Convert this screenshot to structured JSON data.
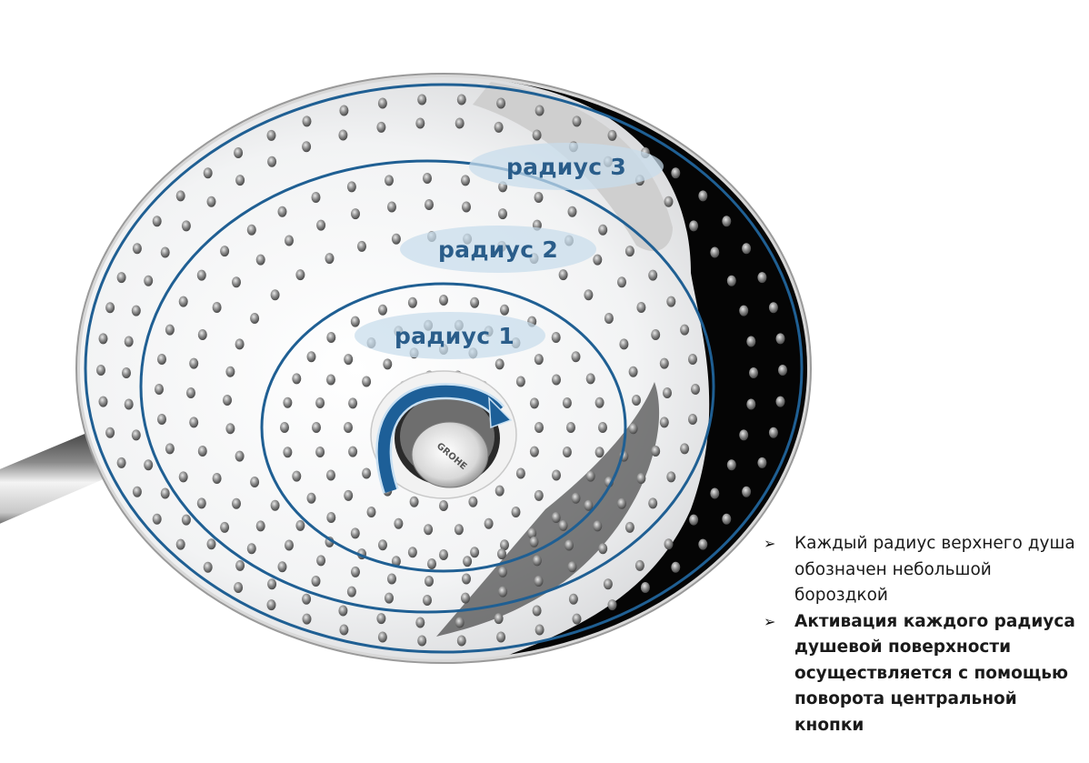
{
  "figure": {
    "subject": "shower-head",
    "brand_mark": "GROHE",
    "ring_color": "#1f5f93",
    "label_color": "#2a5d8a",
    "label_bg_color": "#c8dcec"
  },
  "labels": [
    {
      "text": "радиус 3"
    },
    {
      "text": "радиус 2"
    },
    {
      "text": "радиус 1"
    }
  ],
  "bullets": [
    {
      "text": "Каждый радиус верхнего душа обозначен небольшой бороздкой",
      "weight": "normal"
    },
    {
      "text": "Активация каждого радиуса душевой поверхности осуществляется с помощью поворота центральной кнопки",
      "weight": "bold"
    }
  ],
  "icons": {
    "bullet_marker": "➢",
    "rotation_arrow": "clockwise-arrow-icon"
  }
}
